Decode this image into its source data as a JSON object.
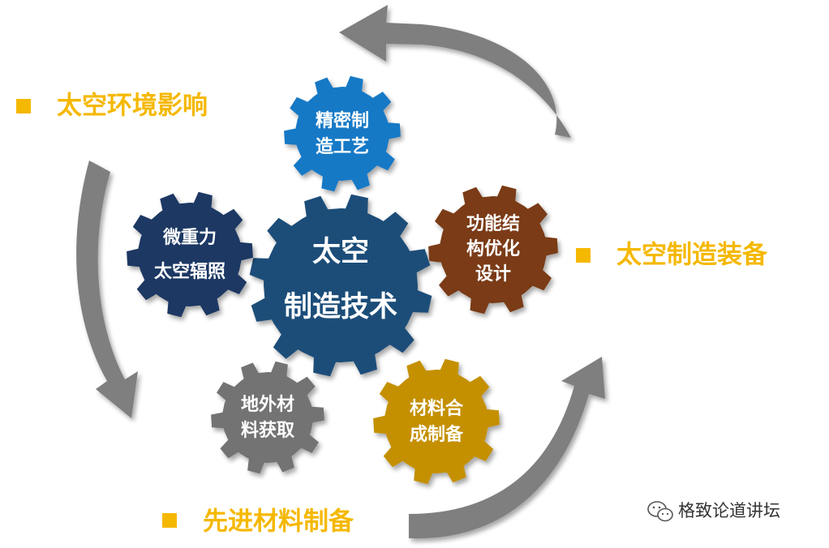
{
  "colors": {
    "label_accent": "#f5b800",
    "arrow": "#7f7f7f",
    "arrow_dark": "#5f5f5f",
    "gear_core": "#1f4e79",
    "gear_blue": "#1679c6",
    "gear_brown": "#7a3a12",
    "gear_gold": "#c49000",
    "gear_gray": "#737373",
    "gear_navy": "#1f3864"
  },
  "core": {
    "line1": "太空",
    "line2": "制造技术"
  },
  "gears": {
    "precision": {
      "line1": "精密制",
      "line2": "造工艺"
    },
    "design": {
      "line1": "功能结",
      "line2": "构优化",
      "line3": "设计"
    },
    "materials": {
      "line1": "材料合",
      "line2": "成制备"
    },
    "extraterrestrial": {
      "line1": "地外材",
      "line2": "料获取"
    },
    "environment": {
      "line1": "微重力",
      "line2": "太空辐照"
    }
  },
  "domains": {
    "space_environment": "太空环境影响",
    "space_equipment": "太空制造装备",
    "advanced_materials": "先进材料制备"
  },
  "watermark": {
    "icon": "wechat-icon",
    "text": "格致论道讲坛"
  }
}
